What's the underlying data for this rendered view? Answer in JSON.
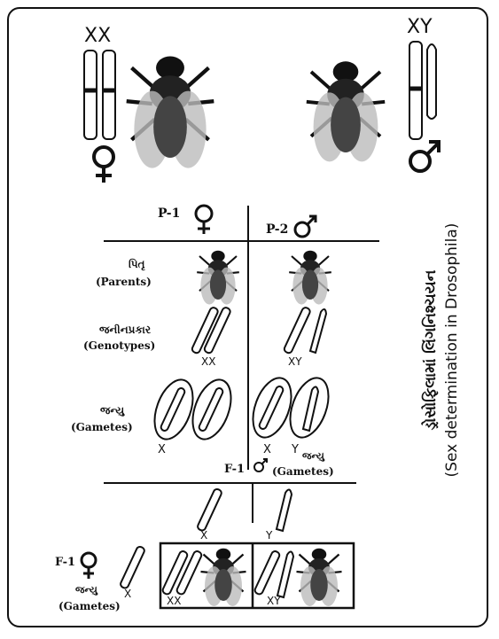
{
  "top": {
    "female_karyotype": "XX",
    "male_karyotype": "XY"
  },
  "cross": {
    "p1": "P-1",
    "p2": "P-2",
    "parents_gu": "પિતૃ",
    "parents_en": "(Parents)",
    "genotypes_gu": "જનીનપ્રકાર",
    "genotypes_en": "(Genotypes)",
    "genotype_female": "XX",
    "genotype_male": "XY",
    "gametes_gu": "જન્યુ",
    "gametes_en": "(Gametes)",
    "gamete_female": "X",
    "gamete_male_x": "X",
    "gamete_male_y": "Y",
    "male_gametes_gu": "જન્યુ",
    "male_gametes_en": "(Gametes)"
  },
  "f1": {
    "label_top": "F-1",
    "male_x": "X",
    "male_y": "Y",
    "label_left": "F-1",
    "gametes_gu": "જન્યુ",
    "gametes_en": "(Gametes)",
    "gamete_x": "X",
    "offspring_female": "XX",
    "offspring_male": "XY"
  },
  "caption": {
    "gujarati": "ડ્રોસોફિલામાં લિંગનિશ્ચયન",
    "english": "(Sex determination in Drosophila)"
  },
  "icons": [
    "female-symbol-icon",
    "male-symbol-icon",
    "fly-icon",
    "chromosome-icon"
  ]
}
